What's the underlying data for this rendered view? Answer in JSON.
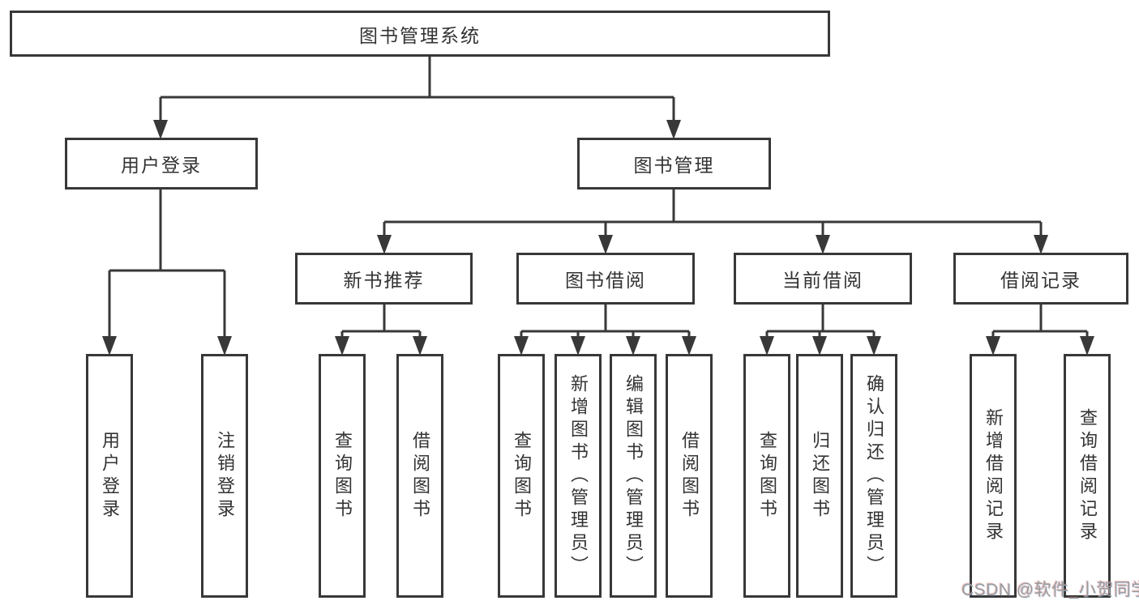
{
  "diagram": {
    "root": {
      "label": "图书管理系统"
    },
    "level1": [
      {
        "label": "用户登录"
      },
      {
        "label": "图书管理"
      }
    ],
    "level2": [
      {
        "label": "新书推荐"
      },
      {
        "label": "图书借阅"
      },
      {
        "label": "当前借阅"
      },
      {
        "label": "借阅记录"
      }
    ],
    "leaves": {
      "user_login": [
        {
          "label": "用户登录"
        },
        {
          "label": "注销登录"
        }
      ],
      "new_book_rec": [
        {
          "label": "查询图书"
        },
        {
          "label": "借阅图书"
        }
      ],
      "book_borrow": [
        {
          "label": "查询图书"
        },
        {
          "label": "新增图书（管理员）"
        },
        {
          "label": "编辑图书（管理员）"
        },
        {
          "label": "借阅图书"
        }
      ],
      "current_borrow": [
        {
          "label": "查询图书"
        },
        {
          "label": "归还图书"
        },
        {
          "label": "确认归还（管理员）"
        }
      ],
      "borrow_records": [
        {
          "label": "新增借阅记录"
        },
        {
          "label": "查询借阅记录"
        }
      ]
    }
  },
  "watermark": {
    "text": "CSDN @软件_小贺同学"
  },
  "colors": {
    "line": "#383838",
    "text": "#333333",
    "background": "#ffffff",
    "watermark": "#9b9b9b"
  }
}
